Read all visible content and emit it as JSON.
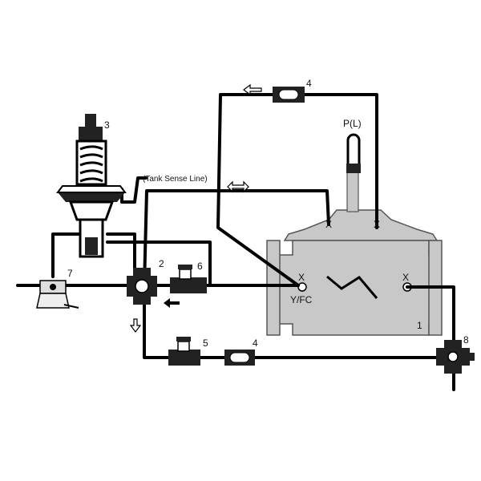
{
  "labels": {
    "valve_number": "1",
    "tee_number": "2",
    "pilot_number": "3",
    "strainer_top_number": "4",
    "strainer_bottom_number": "4",
    "needle_bottom_number": "5",
    "needle_top_number": "6",
    "float_number": "7",
    "cock_number": "8",
    "pl": "P(L)",
    "tank_sense": "(Tank Sense Line)",
    "yfc": "Y/FC",
    "x_top_left": "X",
    "x_top_right": "X",
    "x_left": "X",
    "x_right": "X"
  },
  "icons": {
    "flow_arrow": "arrow-icon",
    "double_arrow": "double-arrow-icon"
  },
  "colors": {
    "valve_body": "#c8c8c8",
    "line": "#000000"
  }
}
